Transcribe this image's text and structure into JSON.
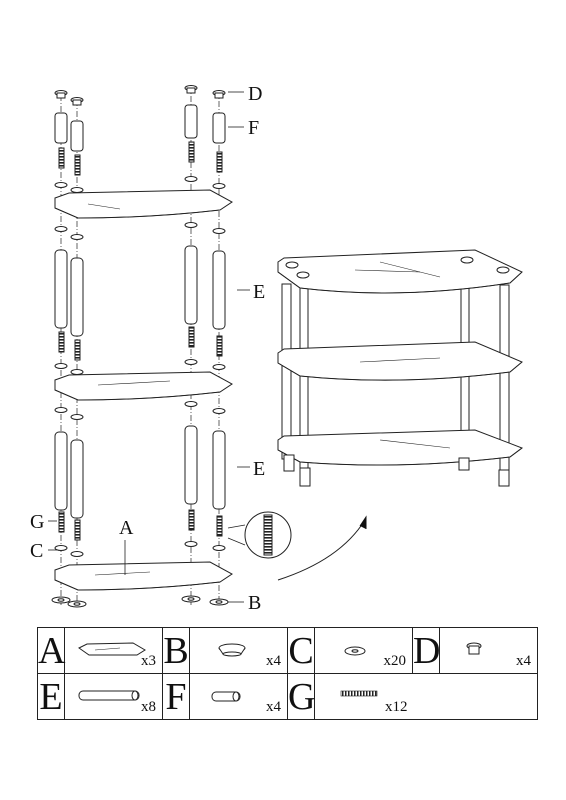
{
  "callouts": {
    "A": "A",
    "B": "B",
    "C": "C",
    "D": "D",
    "E_upper": "E",
    "E_lower": "E",
    "F": "F",
    "G": "G"
  },
  "parts_table": [
    {
      "letter": "A",
      "qty": "x3",
      "icon": "glass-shelf-icon"
    },
    {
      "letter": "B",
      "qty": "x4",
      "icon": "foot-disc-icon"
    },
    {
      "letter": "C",
      "qty": "x20",
      "icon": "washer-icon"
    },
    {
      "letter": "D",
      "qty": "x4",
      "icon": "top-cap-icon"
    },
    {
      "letter": "E",
      "qty": "x8",
      "icon": "long-tube-icon"
    },
    {
      "letter": "F",
      "qty": "x4",
      "icon": "short-tube-icon"
    },
    {
      "letter": "G",
      "qty": "x12",
      "icon": "threaded-bolt-icon"
    }
  ]
}
